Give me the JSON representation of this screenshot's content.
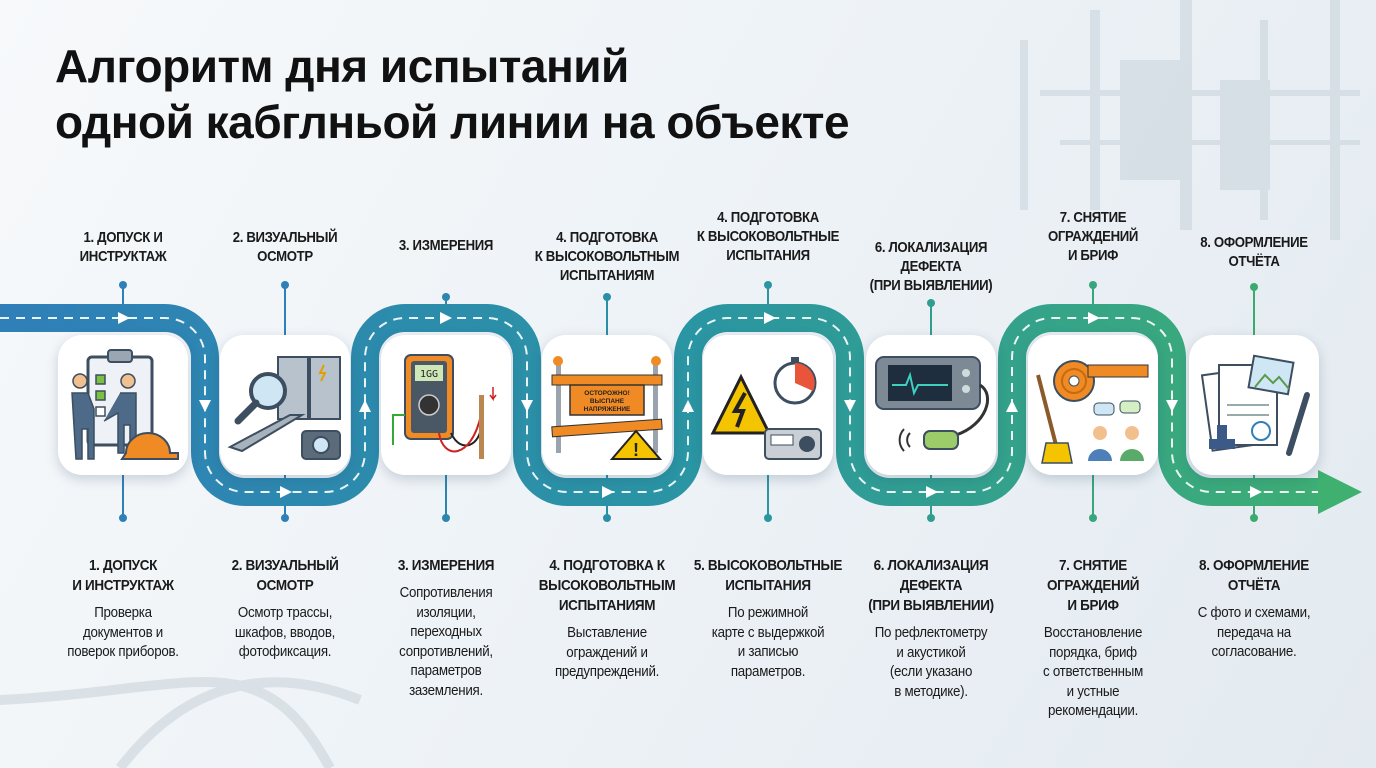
{
  "title": {
    "line1": "Алгоритм дня испытаний",
    "line2": "одной кабглньой линии на объекте"
  },
  "colors": {
    "blue": "#2f7fb8",
    "teal": "#2a95a3",
    "green": "#3aaa6e",
    "arrow": "#3fb070"
  },
  "steps": [
    {
      "top_label": "1. ДОПУСК И\nИНСТРУКТАЖ",
      "bottom_title": "1. ДОПУСК\nИ ИНСТРУКТАЖ",
      "description": "Проверка\nдокументов и\nповерок приборов.",
      "icon": "clipboard-handshake-helmet-icon",
      "color": "#2f7fb8"
    },
    {
      "top_label": "2. ВИЗУАЛЬНЫЙ\nОСМОТР",
      "bottom_title": "2. ВИЗУАЛЬНЫЙ\nОСМОТР",
      "description": "Осмотр трассы,\nшкафов, вводов,\nфотофиксация.",
      "icon": "magnifier-cabinet-camera-icon",
      "color": "#2f7fb8"
    },
    {
      "top_label": "3. ИЗМЕРЕНИЯ",
      "bottom_title": "3. ИЗМЕРЕНИЯ",
      "description": "Сопротивления\nизоляции,\nпереходных\nсопротивлений,\nпараметров\nзаземления.",
      "icon": "multimeter-icon",
      "color": "#2d86ae",
      "display": "1GG"
    },
    {
      "top_label": "4. ПОДГОТОВКА\nК ВЫСОКОВОЛЬТНЫМ\nИСПЫТАНИЯМ",
      "bottom_title": "4. ПОДГОТОВКА К\nВЫСОКОВОЛЬТНЫМ\nИСПЫТАНИЯМ",
      "description": "Выставление\nограждений и\nпредупреждений.",
      "icon": "barrier-warning-icon",
      "color": "#2a8ea6",
      "sign": "ОСТОРОЖНО!\nВЫСПАНЕ\nНАПРЯЖЕНИЕ"
    },
    {
      "top_label": "4. ПОДГОТОВКА\nК ВЫСОКОВОЛЬТНЫЕ\nИСПЫТАНИЯ",
      "bottom_title": "5. ВЫСОКОВОЛЬТНЫЕ\nИСПЫТАНИЯ",
      "description": "По режимной\nкарте с выдержкой\nи записью\nпараметров.",
      "icon": "high-voltage-stopwatch-icon",
      "color": "#2a97a0"
    },
    {
      "top_label": "6. ЛОКАЛИЗАЦИЯ\nДЕФЕКТА\n(ПРИ ВЫЯВЛЕНИИ)",
      "bottom_title": "6. ЛОКАЛИЗАЦИЯ\nДЕФЕКТА\n(ПРИ ВЫЯВЛЕНИИ)",
      "description": "По рефлектометру\nи акустикой\n(если указано\nв методике).",
      "icon": "reflectometer-icon",
      "color": "#2f9e90"
    },
    {
      "top_label": "7. СНЯТИЕ\nОГРАЖДЕНИЙ\nИ БРИФ",
      "bottom_title": "7. СНЯТИЕ\nОГРАЖДЕНИЙ\nИ БРИФ",
      "description": "Восстановление\nпорядка, бриф\nс ответственным\nи устные\nрекомендации.",
      "icon": "tape-broom-people-icon",
      "color": "#37a67c"
    },
    {
      "top_label": "8. ОФОРМЛЕНИЕ\nОТЧЁТА",
      "bottom_title": "8. ОФОРМЛЕНИЕ\nОТЧЁТА",
      "description": "С фото и схемами,\nпередача на\nсогласование.",
      "icon": "documents-stamp-pen-icon",
      "color": "#3aaa6e"
    }
  ]
}
